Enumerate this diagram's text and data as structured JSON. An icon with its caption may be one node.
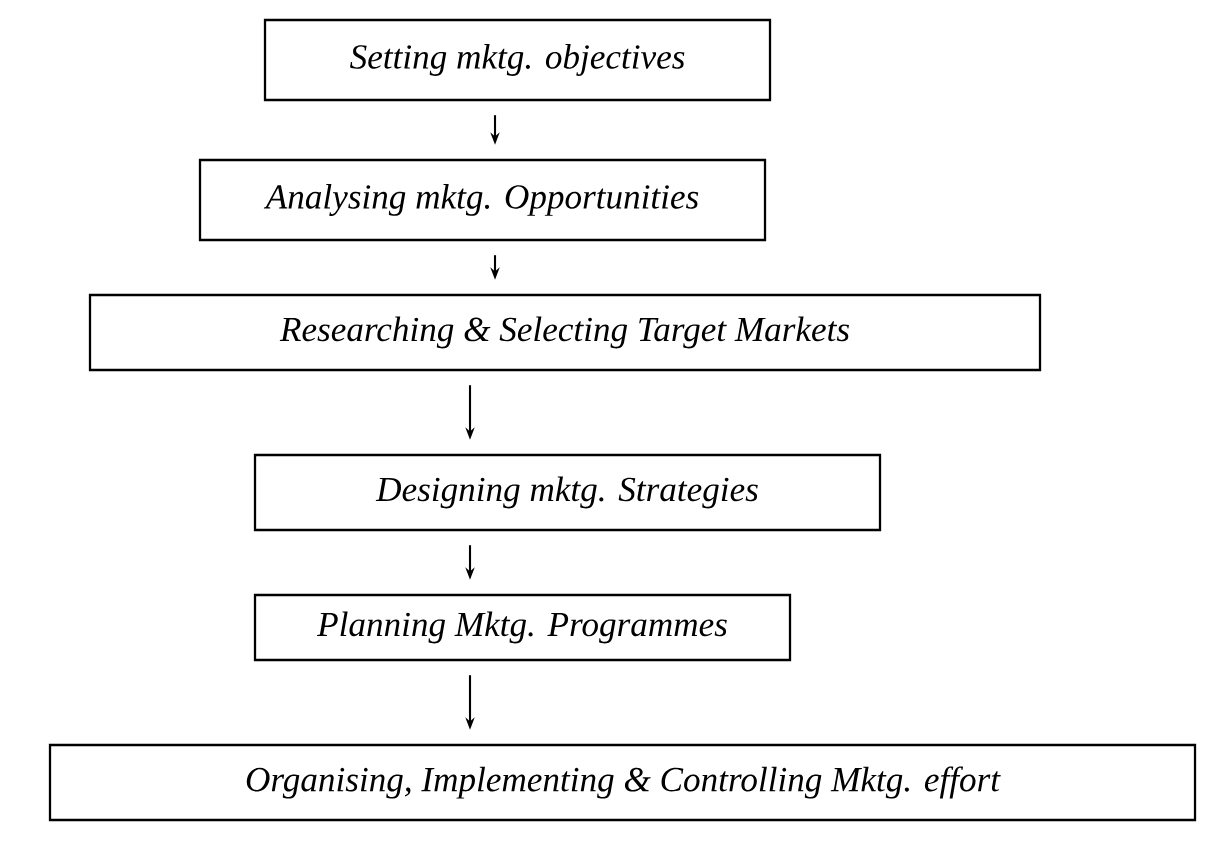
{
  "diagram": {
    "nodes": [
      {
        "text": [
          "Setting mktg. objectives"
        ]
      },
      {
        "text": [
          "Analysing mktg. Opportunities"
        ]
      },
      {
        "text": [
          "Researching & Selecting Target Markets"
        ]
      },
      {
        "text": [
          "Designing mktg. Strategies"
        ]
      },
      {
        "text": [
          "Planning Mktg. Programmes"
        ]
      },
      {
        "text": [
          "Organising, Implementing & Controlling Mktg. effort"
        ]
      }
    ],
    "edges": [
      {
        "from": 0,
        "to": 1,
        "arrow": "to"
      },
      {
        "from": 1,
        "to": 2,
        "arrow": "to"
      },
      {
        "from": 2,
        "to": 3,
        "arrow": "to"
      },
      {
        "from": 3,
        "to": 4,
        "arrow": "to"
      },
      {
        "from": 4,
        "to": 5,
        "arrow": "to"
      }
    ]
  }
}
